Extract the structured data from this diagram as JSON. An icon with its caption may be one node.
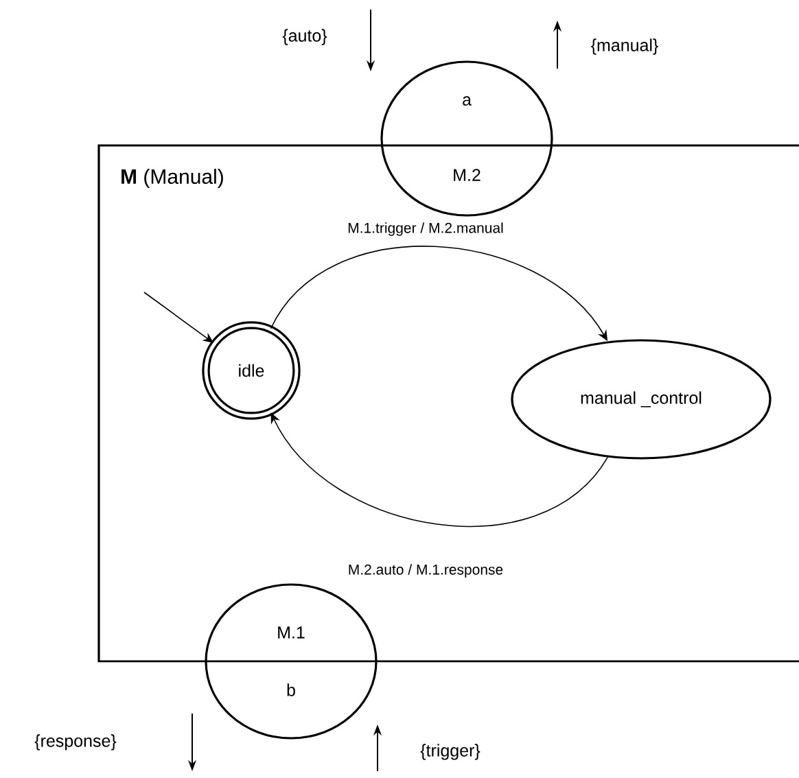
{
  "diagram": {
    "nodes": [
      {
        "text": [
          "**M** (Manual)"
        ]
      },
      {
        "text": [
          "a",
          "M.2"
        ]
      },
      {
        "text": [
          "idle"
        ],
        "in": 0
      },
      {
        "text": [
          "manual _control"
        ],
        "in": 0
      },
      {
        "text": [
          "M.1",
          "b"
        ]
      }
    ],
    "edges": [
      {
        "from": null,
        "to": 2,
        "arrow": "to"
      },
      {
        "from": 2,
        "to": 3,
        "arrow": "to",
        "label": "M.1.trigger / M.2.manual"
      },
      {
        "from": 3,
        "to": 2,
        "arrow": "to",
        "label": "M.2.auto / M.1.response"
      }
    ],
    "labels": [
      "{auto}",
      "{manual}",
      "{response}",
      "{trigger}"
    ]
  }
}
